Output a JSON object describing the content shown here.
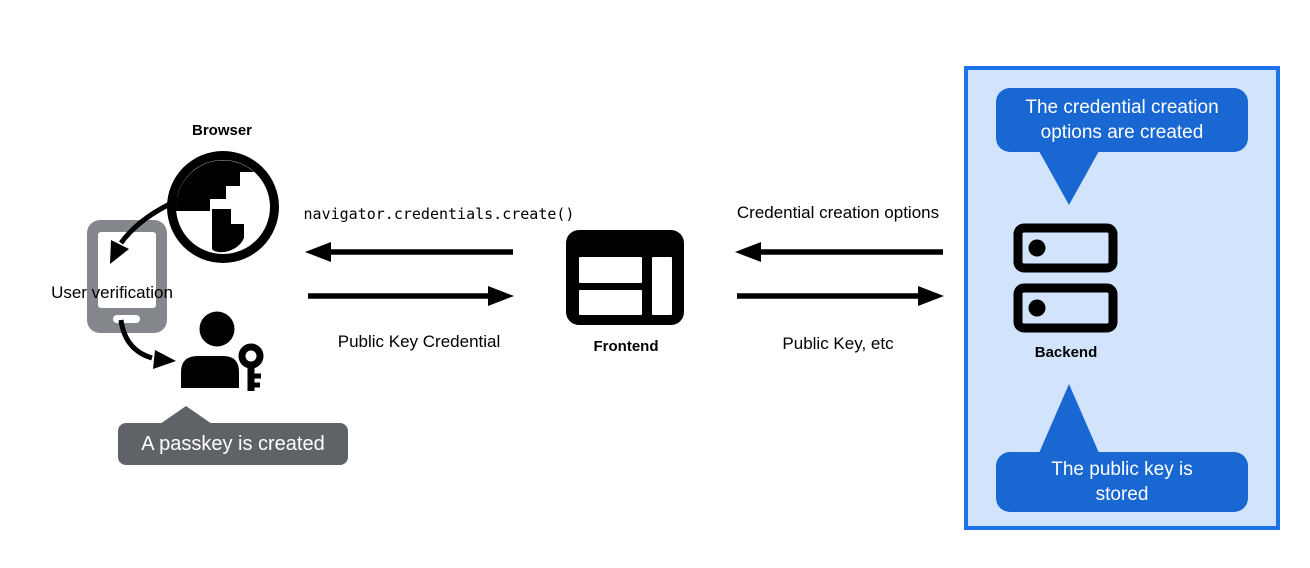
{
  "labels": {
    "browser": "Browser",
    "user_verification": "User verification",
    "frontend": "Frontend",
    "backend": "Backend"
  },
  "messages": {
    "api_call": "navigator.credentials.create()",
    "public_key_credential": "Public Key Credential",
    "credential_creation_options": "Credential creation options",
    "public_key_etc": "Public Key, etc"
  },
  "tooltips": {
    "passkey_created": {
      "text": "A passkey is created"
    },
    "options_created": {
      "lines": [
        "The credential creation",
        "options are created"
      ]
    },
    "public_key_stored": {
      "lines": [
        "The public key is",
        "stored"
      ]
    }
  },
  "icons": {
    "globe": "globe-icon",
    "smartphone": "smartphone-icon",
    "user_with_key": "user-with-key-icon",
    "browser_window": "browser-window-icon",
    "server": "server-icon"
  },
  "colors": {
    "panel_border": "#1a73e8",
    "panel_background": "#d2e3fc",
    "tooltip_blue": "#1967d2",
    "tooltip_gray": "#5f6368",
    "phone_gray": "#84888c",
    "ink": "#000000",
    "background": "#ffffff"
  }
}
